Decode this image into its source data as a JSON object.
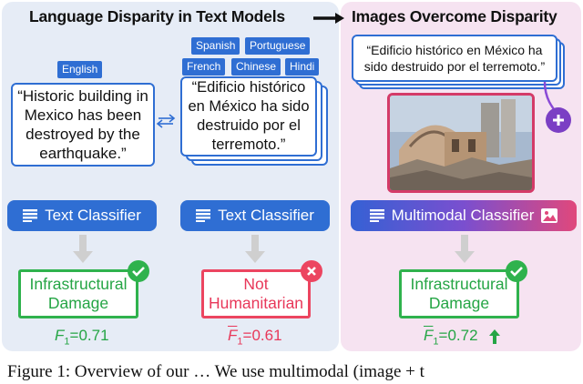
{
  "titles": {
    "left": "Language Disparity in Text Models",
    "right": "Images Overcome Disparity"
  },
  "languages": {
    "source": "English",
    "targets": [
      "Spanish",
      "Portuguese",
      "French",
      "Chinese",
      "Hindi"
    ]
  },
  "texts": {
    "english": "“Historic building in Mexico has been destroyed by the earthquake.”",
    "spanish": "“Edificio histórico en México ha sido destruido por el terremoto.”",
    "spanish_small": "“Edificio histórico en México ha sido destruido por el terremoto.”"
  },
  "classifiers": {
    "text_left": "Text Classifier",
    "text_middle": "Text Classifier",
    "multimodal": "Multimodal Classifier"
  },
  "results": {
    "left": "Infrastructural Damage",
    "middle": "Not Humanitarian",
    "right": "Infrastructural Damage"
  },
  "scores": {
    "left": {
      "label": "F",
      "sub": "1",
      "value": "=0.71"
    },
    "middle": {
      "label": "F",
      "sub": "1",
      "value": "=0.61"
    },
    "right": {
      "label": "F",
      "sub": "1",
      "value": "=0.72"
    }
  },
  "caption": "Figure 1: Overview of our … We use multimodal (image + t",
  "colors": {
    "blue": "#2f6ed3",
    "green": "#2fb24d",
    "red": "#ec4560",
    "purple": "#7b3fc4",
    "left_panel_bg": "#e6ecf6",
    "right_panel_bg": "#f6e3f1"
  },
  "icons": [
    "lines-icon",
    "check-icon",
    "cross-icon",
    "plus-icon",
    "image-icon",
    "up-arrow-icon",
    "swap-arrows-icon"
  ]
}
